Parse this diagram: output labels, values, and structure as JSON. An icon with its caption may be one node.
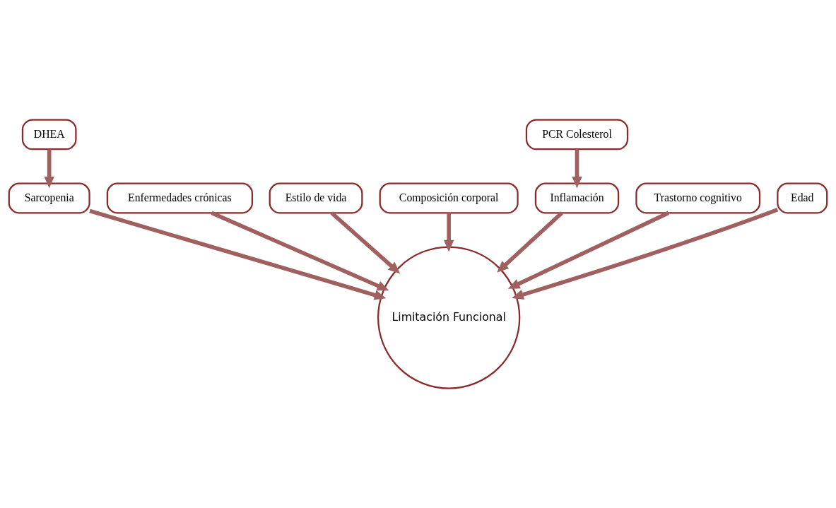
{
  "diagram": {
    "nodes": [
      {
        "text": [
          "DHEA"
        ]
      },
      {
        "text": [
          "Sarcopenia"
        ]
      },
      {
        "text": [
          "Enfermedades crónicas"
        ]
      },
      {
        "text": [
          "Estilo de vida"
        ]
      },
      {
        "text": [
          "PCR Colesterol"
        ]
      },
      {
        "text": [
          "Composición corporal"
        ]
      },
      {
        "text": [
          "Inflamación"
        ]
      },
      {
        "text": [
          "Trastorno cognitivo"
        ]
      },
      {
        "text": [
          "Edad"
        ]
      },
      {
        "text": [
          "Limitación Funcional"
        ]
      }
    ],
    "edges": [
      {
        "from": 0,
        "to": 1,
        "arrow": "to"
      },
      {
        "from": 4,
        "to": 6,
        "arrow": "to"
      },
      {
        "from": 6,
        "to": 9,
        "arrow": "to"
      },
      {
        "from": 1,
        "to": 9,
        "arrow": "to"
      },
      {
        "from": 2,
        "to": 9,
        "arrow": "to"
      },
      {
        "from": 3,
        "to": 9,
        "arrow": "to"
      },
      {
        "from": 5,
        "to": 9,
        "arrow": "to"
      },
      {
        "from": 7,
        "to": 9,
        "arrow": "to"
      },
      {
        "from": 8,
        "to": 9,
        "arrow": "to"
      }
    ]
  }
}
